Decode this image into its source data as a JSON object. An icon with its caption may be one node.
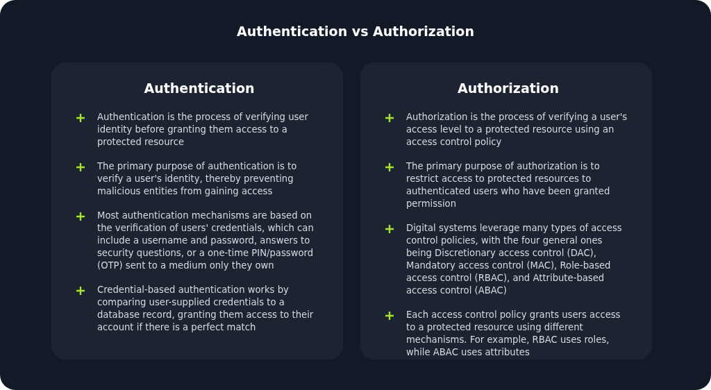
{
  "diagram": {
    "title": "Authentication vs Authorization",
    "nodes": [
      {
        "text": [
          "Authentication",
          "Authentication is the process of verifying user identity before granting them access to a protected resource",
          "The primary purpose of authentication is to verify a user's identity, thereby preventing malicious entities from gaining access",
          "Most authentication mechanisms are based on the verification of users' credentials, which can include a username and password, answers to security questions, or a one-time PIN/password (OTP) sent to a medium only they own",
          "Credential-based authentication works by comparing user-supplied credentials to a database record, granting them access to their account if there is a perfect match"
        ]
      },
      {
        "text": [
          "Authorization",
          "Authorization is the process of verifying a user's access level to a protected resource using an access control policy",
          "The primary purpose of authorization is to restrict access to protected resources to authenticated users who have been granted permission",
          "Digital systems leverage many types of access control policies, with the four general ones being Discretionary access control (DAC), Mandatory access control (MAC), Role-based access control (RBAC), and Attribute-based access control (ABAC)",
          "Each access control policy grants users access to a protected resource using different mechanisms. For example, RBAC uses roles, while ABAC uses attributes"
        ]
      }
    ],
    "edges": []
  }
}
